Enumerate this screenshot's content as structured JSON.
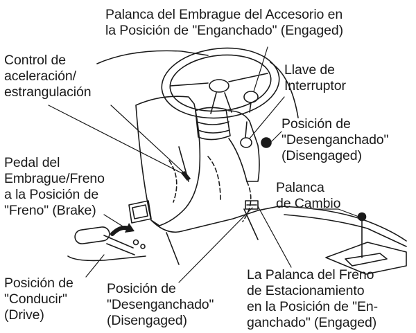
{
  "labels": {
    "attachment_clutch": [
      "Palanca del Embrague del Accesorio en",
      "la Posición de \"Enganchado\" (Engaged)"
    ],
    "throttle_choke": [
      "Control de",
      "aceleración/",
      "estrangulación"
    ],
    "ignition_key": [
      "Llave de",
      "Interruptor"
    ],
    "key_disengaged": [
      "Posición de",
      "\"Desenganchado\"",
      "(Disengaged)"
    ],
    "clutch_brake_pedal": [
      "Pedal del",
      "Embrague/Freno",
      "a la Posición de",
      "\"Freno\" (Brake)"
    ],
    "shift_lever": [
      "Palanca",
      "de Cambio"
    ],
    "drive_position": [
      "Posición de",
      "\"Conducir\"",
      "(Drive)"
    ],
    "pedal_disengaged": [
      "Posición de",
      "\"Desenganchado\"",
      "(Disengaged)"
    ],
    "parking_brake": [
      "La Palanca del Freno",
      "de Estacionamiento",
      "en la Posición de \"En-",
      "ganchado\" (Engaged)"
    ]
  }
}
